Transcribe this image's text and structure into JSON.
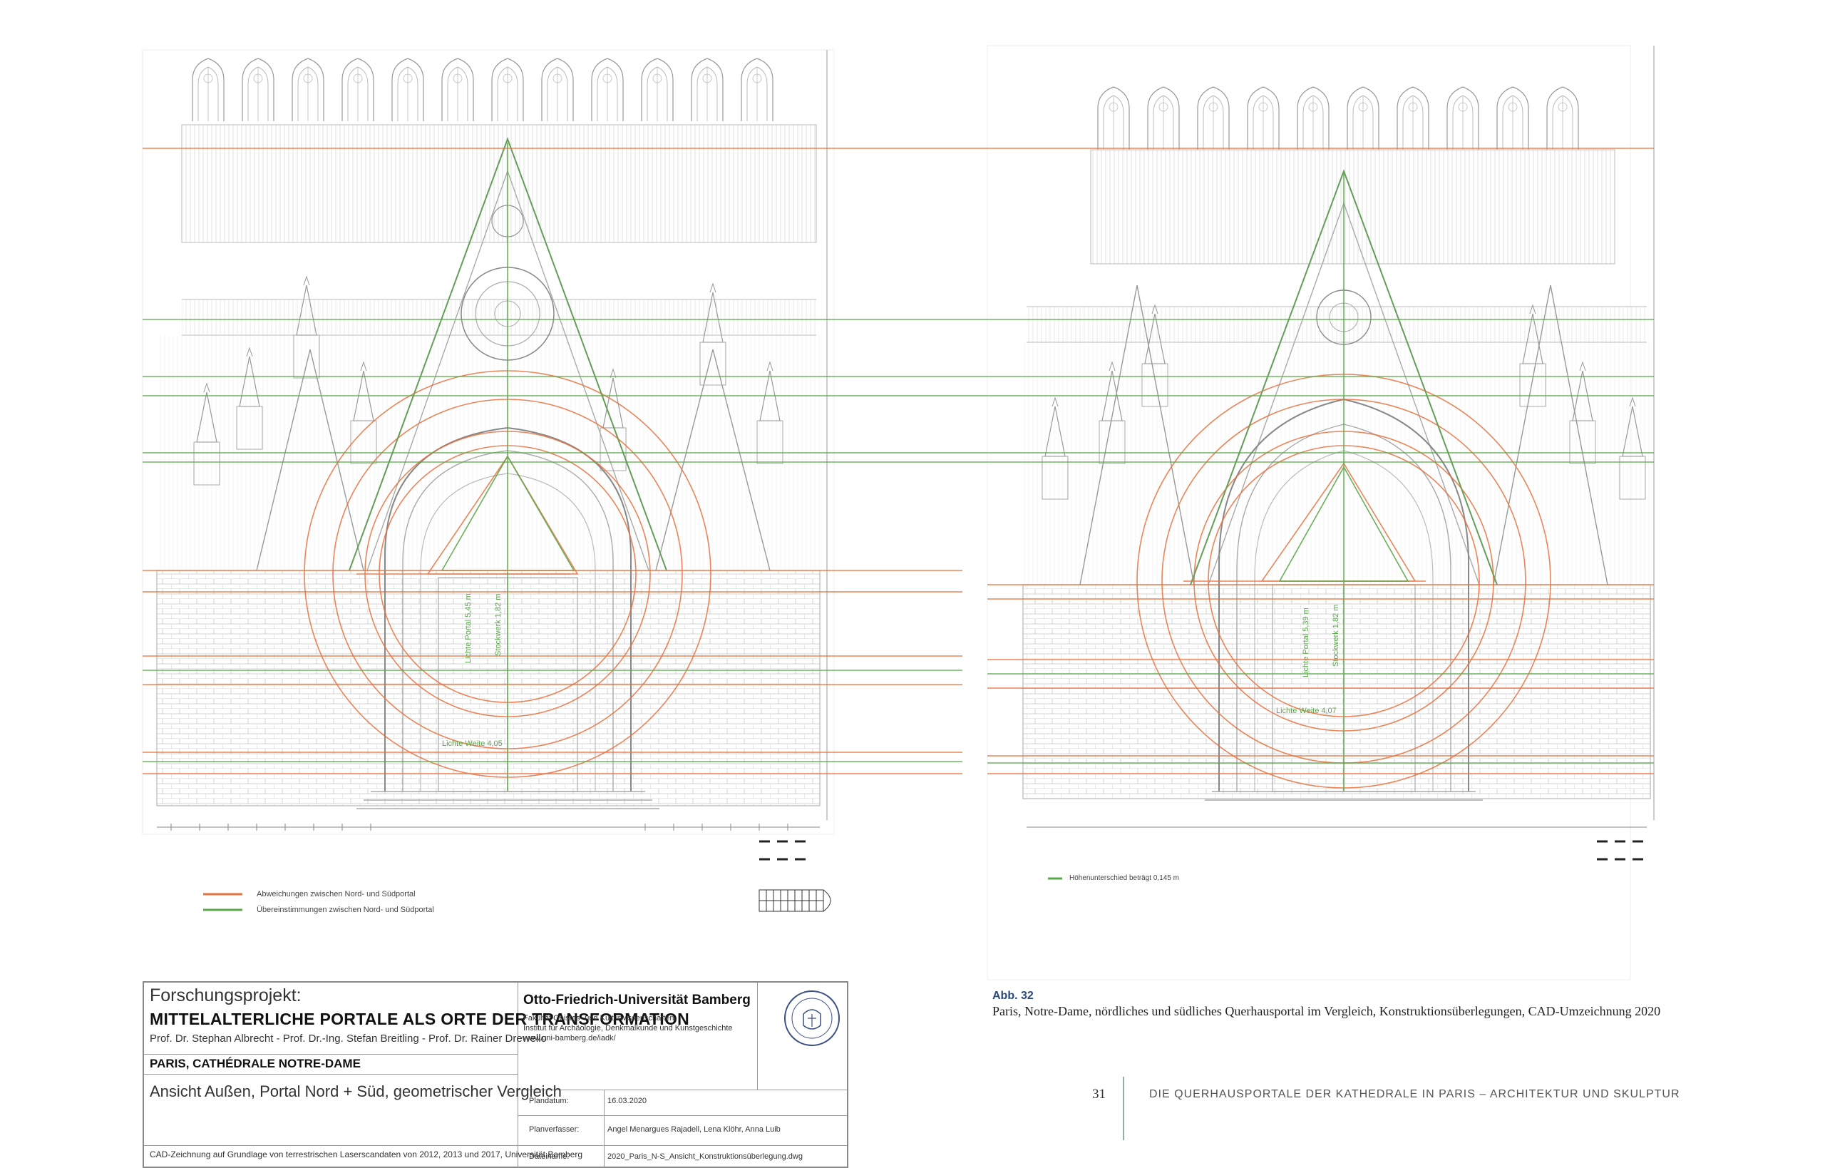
{
  "legend": {
    "orange_label": "Abweichungen zwischen Nord- und Südportal",
    "green_label": "Übereinstimmungen zwischen Nord- und Südportal",
    "orange_color": "#e8703e",
    "green_color": "#5aa84a"
  },
  "right_note": "Höhenunterschied beträgt 0,145 m",
  "title_block": {
    "project_label": "Forschungsprojekt:",
    "project_title": "MITTELALTERLICHE PORTALE ALS ORTE DER TRANSFORMATION",
    "professors": "Prof. Dr. Stephan Albrecht   -   Prof. Dr.-Ing. Stefan Breitling   -   Prof. Dr. Rainer Drewello",
    "place": "PARIS, CATHÉDRALE NOTRE-DAME",
    "view": "Ansicht Außen, Portal Nord + Süd, geometrischer Vergleich",
    "cad_note": "CAD-Zeichnung auf Grundlage von terrestrischen Laserscandaten von 2012, 2013 und 2017, Universität Bamberg",
    "university": "Otto-Friedrich-Universität Bamberg",
    "faculty_lines": [
      "Fakultät Geistes- und Kulturwissenschaften",
      "Institut für Archäologie, Denkmalkunde und Kunstgeschichte",
      "www.uni-bamberg.de/iadk/"
    ],
    "meta": [
      {
        "key": "Plandatum:",
        "value": "16.03.2020"
      },
      {
        "key": "Planverfasser:",
        "value": "Angel Menargues Rajadell, Lena Klöhr, Anna Luib"
      },
      {
        "key": "Dateiname:",
        "value": "2020_Paris_N-S_Ansicht_Konstruktionsüberlegung.dwg"
      }
    ]
  },
  "caption": {
    "label": "Abb. 32",
    "text": "Paris, Notre-Dame, nördliches und südliches Querhausportal im Vergleich, Konstruktionsüberlegungen, CAD-Umzeichnung 2020"
  },
  "page_number": "31",
  "running_head": "DIE QUERHAUSPORTALE DER KATHEDRALE IN PARIS – ARCHITEKTUR UND SKULPTUR"
}
